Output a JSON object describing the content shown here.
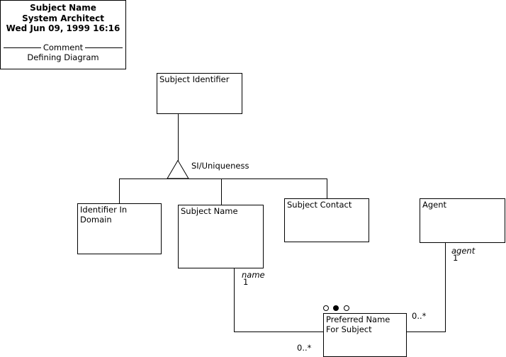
{
  "diagram": {
    "header": {
      "title_lines": [
        "Subject Name",
        "System Architect",
        "Wed Jun 09, 1999  16:16"
      ],
      "divider_label": "Comment",
      "subtitle": "Defining Diagram"
    },
    "entities": [
      {
        "id": "subject-identifier",
        "name": "Subject Identifier"
      },
      {
        "id": "identifier-in-domain",
        "name": "Identifier In\nDomain"
      },
      {
        "id": "subject-name",
        "name": "Subject Name"
      },
      {
        "id": "subject-contact",
        "name": "Subject Contact"
      },
      {
        "id": "agent",
        "name": "Agent"
      },
      {
        "id": "preferred-name-for-subject",
        "name": "Preferred Name\nFor Subject"
      }
    ],
    "generalization": {
      "label": "SI/Uniqueness"
    },
    "relationship_labels": {
      "name_role": "name",
      "name_multiplicity": "1",
      "agent_role": "agent",
      "agent_multiplicity": "1",
      "preferred_left_multiplicity": "0..*",
      "preferred_right_multiplicity": "0..*"
    },
    "markers": {
      "left": "hollow-circle",
      "middle": "filled-circle",
      "right": "hollow-circle"
    },
    "colors": {
      "stroke": "#000000",
      "fill": "#ffffff",
      "background": "#ffffff"
    }
  }
}
